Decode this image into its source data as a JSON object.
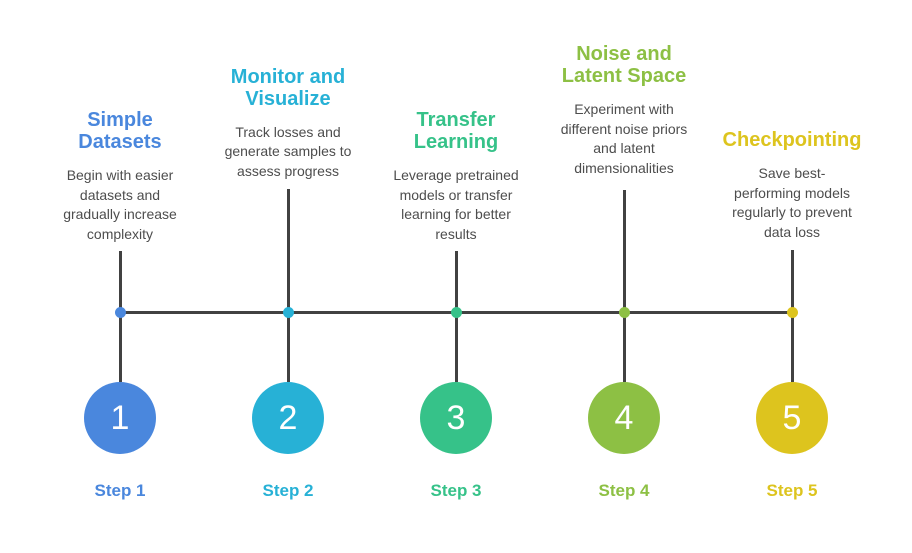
{
  "figure": {
    "type": "process-timeline-infographic",
    "background_color": "#ffffff",
    "line_color": "#414141",
    "body_text_color": "#4d4d4d"
  },
  "steps": [
    {
      "number": "1",
      "label": "Step 1",
      "title": "Simple\nDatasets",
      "description": "Begin with easier\ndatasets and\ngradually increase\ncomplexity",
      "color": "#4a87dd"
    },
    {
      "number": "2",
      "label": "Step 2",
      "title": "Monitor and\nVisualize",
      "description": "Track losses and\ngenerate samples to\nassess progress",
      "color": "#27b1d6"
    },
    {
      "number": "3",
      "label": "Step 3",
      "title": "Transfer\nLearning",
      "description": "Leverage pretrained\nmodels or transfer\nlearning for better\nresults",
      "color": "#36c289"
    },
    {
      "number": "4",
      "label": "Step 4",
      "title": "Noise and\nLatent Space",
      "description": "Experiment with\ndifferent noise priors\nand latent\ndimensionalities",
      "color": "#8dc044"
    },
    {
      "number": "5",
      "label": "Step 5",
      "title": "Checkpointing",
      "description": "Save best-\nperforming models\nregularly to prevent\ndata loss",
      "color": "#ddc41e"
    }
  ]
}
